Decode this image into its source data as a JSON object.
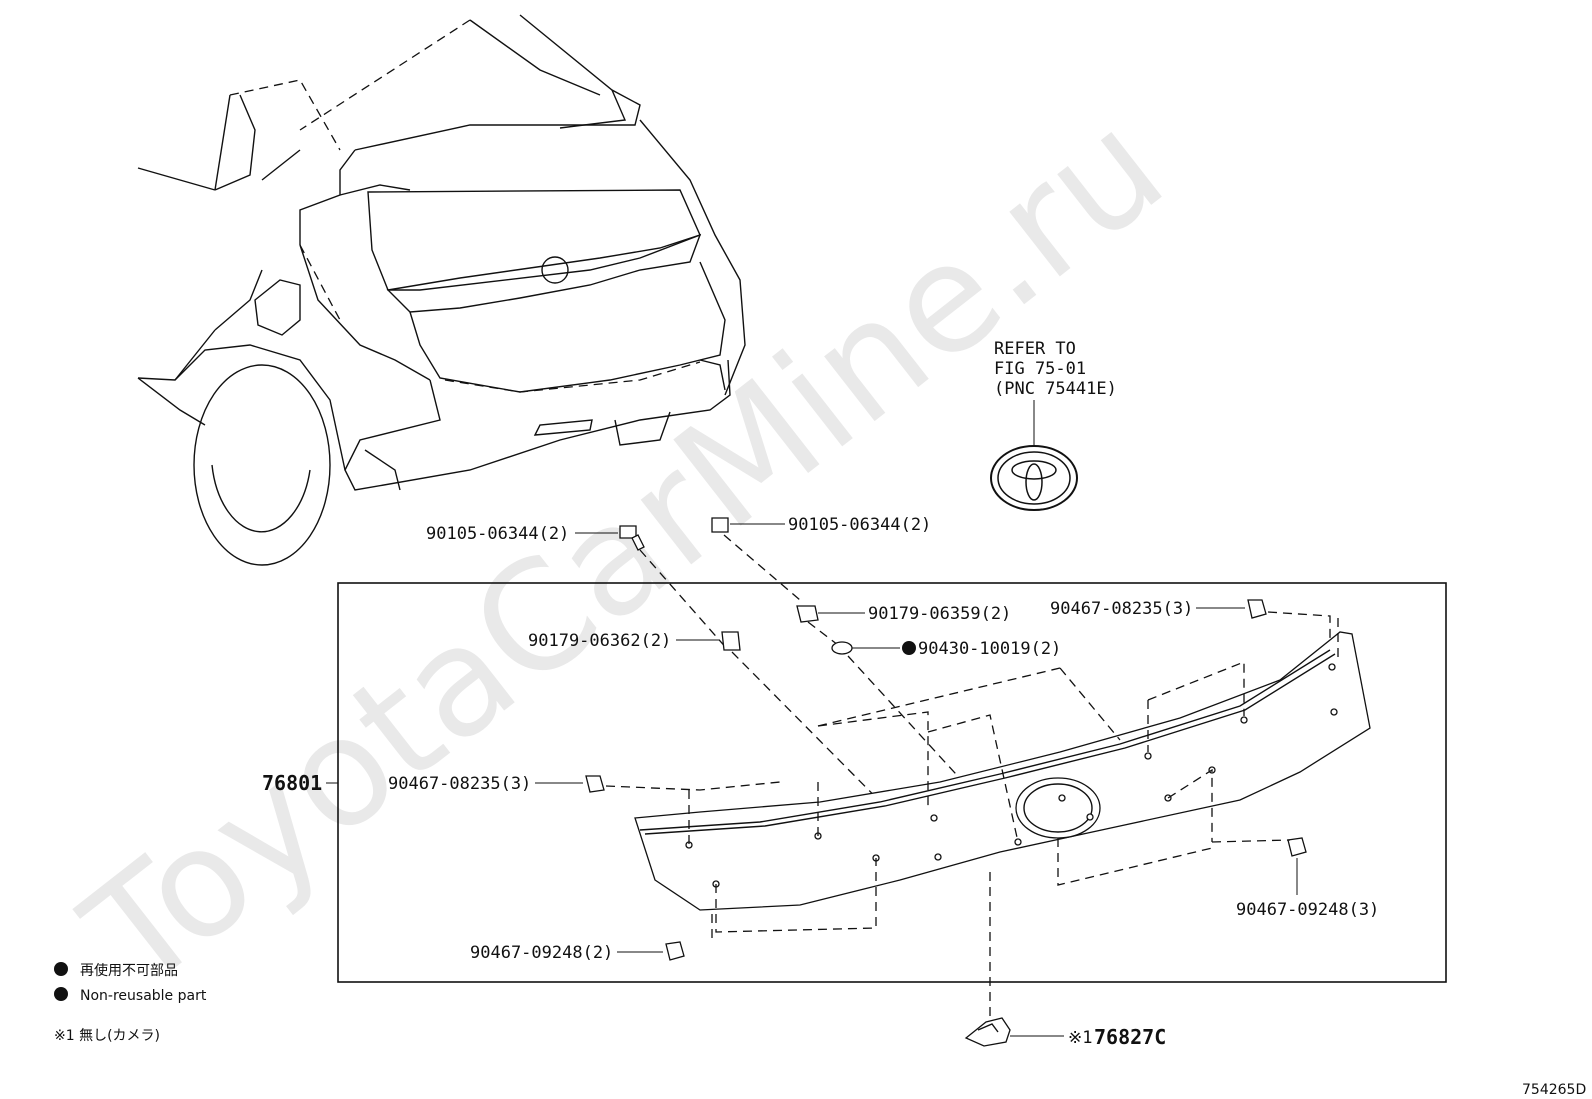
{
  "watermark": "ToyotaCarMine.ru",
  "refer": {
    "line1": "REFER TO",
    "line2": "FIG 75-01",
    "line3": "(PNC 75441E)"
  },
  "parts": {
    "bolt_left": "90105-06344(2)",
    "bolt_right": "90105-06344(2)",
    "nut_left": "90179-06362(2)",
    "nut_right": "90179-06359(2)",
    "clip_top_right": "90467-08235(3)",
    "gasket": "90430-10019(2)",
    "clip_left": "90467-08235(3)",
    "clip_right_lower": "90467-09248(3)",
    "clip_bottom_left": "90467-09248(2)",
    "garnish": "76801",
    "camera_cover_mark": "※1",
    "camera_cover": "76827C"
  },
  "legend": {
    "line1": "再使用不可部品",
    "line2": "Non-reusable part",
    "note": "※1 無し(カメラ)"
  },
  "figure_id": "754265D"
}
